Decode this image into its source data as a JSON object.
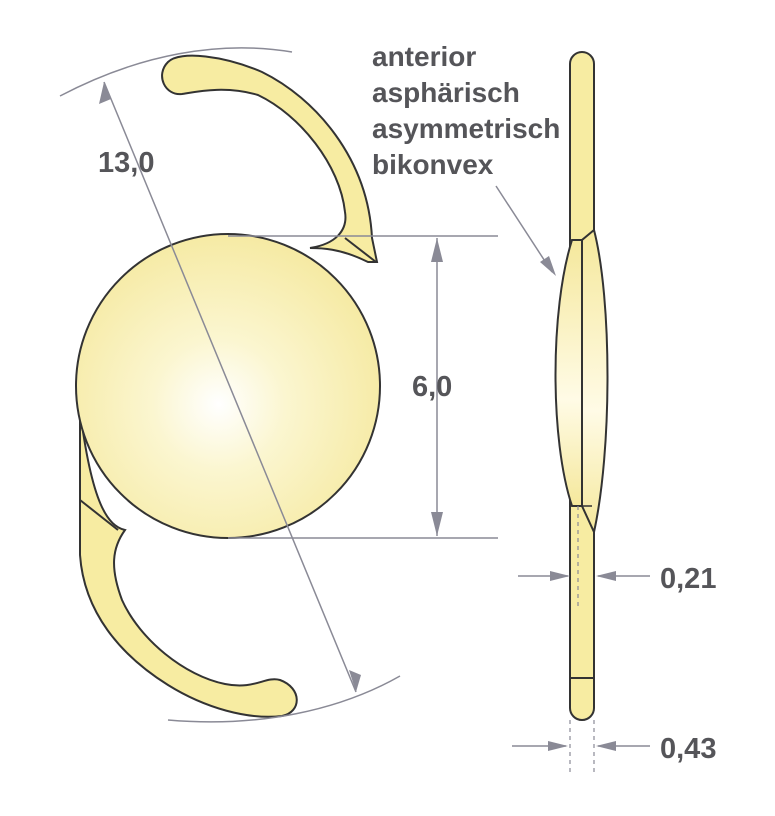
{
  "description_label": {
    "lines": [
      "anterior",
      "asphärisch",
      "asymmetrisch",
      "bikonvex"
    ]
  },
  "dimensions": {
    "overall_length": "13,0",
    "optic_diameter": "6,0",
    "haptic_thickness": "0,21",
    "edge_thickness": "0,43"
  },
  "colors": {
    "lens_fill": "#f7eca2",
    "lens_highlight": "#ffffff",
    "outline": "#333333",
    "dimension_line": "#8a8a96",
    "text": "#555559"
  }
}
